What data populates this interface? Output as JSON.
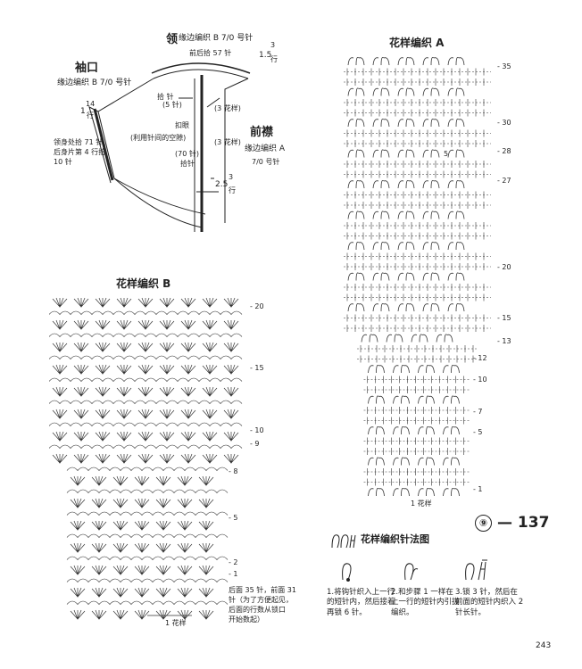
{
  "collar_label": "领",
  "collar_edge": "缘边编织 B 7/0 号针",
  "collar_pickup": "前后拾 57 针",
  "collar_rows": "1.5",
  "collar_frac_top": "3",
  "collar_frac_bot": "行",
  "cuff_title": "袖口",
  "cuff_edge": "缘边编织 B 7/0 号针",
  "cuff_rows": "1",
  "cuff_frac_top": "14",
  "cuff_frac_bot": "行",
  "cuff_note1": "领身处拾 71 针、",
  "cuff_note2": "后身片第 4 行拾",
  "cuff_note3": "10 针",
  "button_pickup": "(5 针)",
  "pattern_label1": "(3 花样)",
  "pattern_label2": "(3 花样)",
  "buttonhole1": "扣眼",
  "buttonhole2": "(利用针间的空隙)",
  "front_pickup": "(70 针)",
  "front_pickup2": "拾针",
  "start_pick": "拾 针",
  "front_title": "前襟",
  "front_edge": "缘边编织 A",
  "front_needle": "7/0 号针",
  "hem_rows": "2.5",
  "hem_frac_top": "3",
  "hem_frac_bot": "行",
  "chart_a_title": "花样编织 A",
  "chart_a_rows": [
    "35",
    "30",
    "28",
    "27",
    "20",
    "15",
    "13",
    "12",
    "10",
    "7",
    "5",
    "1"
  ],
  "chart_a_inner": "5",
  "chart_a_repeat": "1 花样",
  "chart_b_title": "花样编织 B",
  "chart_b_rows": [
    "20",
    "15",
    "10",
    "9",
    "8",
    "5",
    "2",
    "1"
  ],
  "chart_b_note1": "后面 35 针，前面 31",
  "chart_b_note2": "针（为了方便起见，",
  "chart_b_note3": "后面的行数从锁口",
  "chart_b_note4": "开始数起）",
  "chart_b_repeat": "1 花样",
  "badge_num": "⑨",
  "badge_text": "— 137",
  "legend_title": "花样编织针法图",
  "steps": [
    "1.将钩针织入上一行的短针内，然后接着再锁 6 针。",
    "2.和步骤 1 一样在上一行的短针内引拔编织。",
    "3.锁 3 针，然后在前面的短针内织入 2 针长针。"
  ],
  "page_number": "243"
}
